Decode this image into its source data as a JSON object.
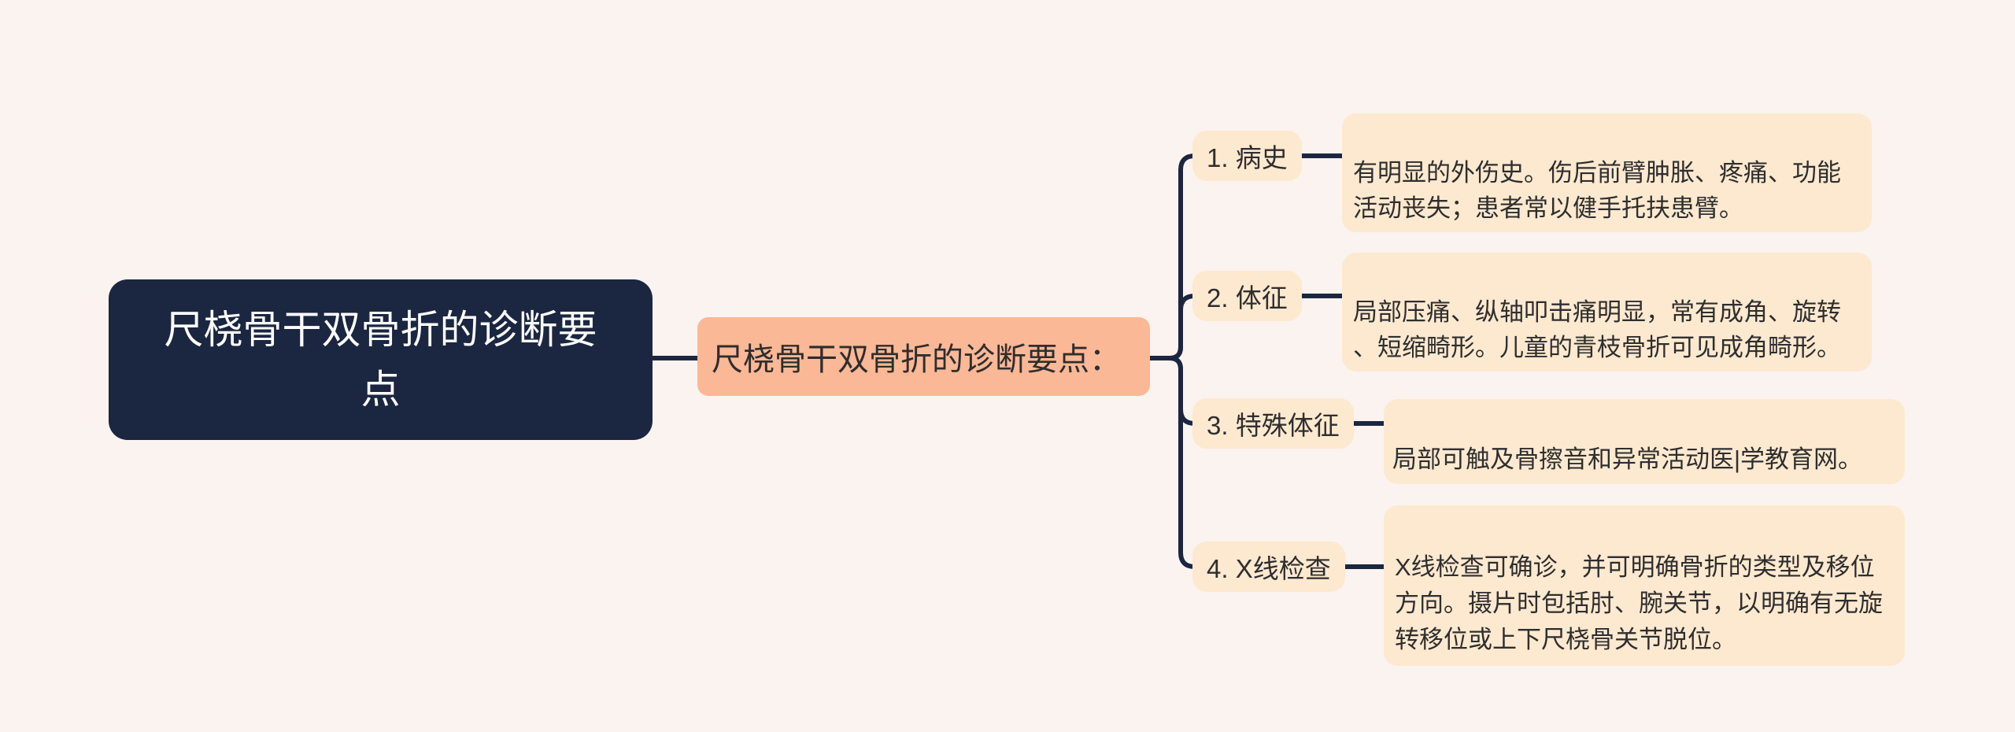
{
  "canvas": {
    "background_color": "#faf3ef",
    "connector_color": "#1b2640"
  },
  "root": {
    "title": "尺桡骨干双骨折的诊断要\n点",
    "bg_color": "#1b2640",
    "text_color": "#fdfdfd"
  },
  "central": {
    "label": "尺桡骨干双骨折的诊断要点：",
    "bg_color": "#fbb896",
    "text_color": "#2e2e2e"
  },
  "branch_bg_color": "#fde9d0",
  "branches": [
    {
      "label": "1. 病史",
      "detail": "有明显的外伤史。伤后前臂肿胀、疼痛、功能\n活动丧失；患者常以健手托扶患臂。"
    },
    {
      "label": "2. 体征",
      "detail": "局部压痛、纵轴叩击痛明显，常有成角、旋转\n、短缩畸形。儿童的青枝骨折可见成角畸形。"
    },
    {
      "label": "3. 特殊体征",
      "detail": "局部可触及骨擦音和异常活动医|学教育网。"
    },
    {
      "label": "4. X线检查",
      "detail": "X线检查可确诊，并可明确骨折的类型及移位\n方向。摄片时包括肘、腕关节，以明确有无旋\n转移位或上下尺桡骨关节脱位。"
    }
  ]
}
